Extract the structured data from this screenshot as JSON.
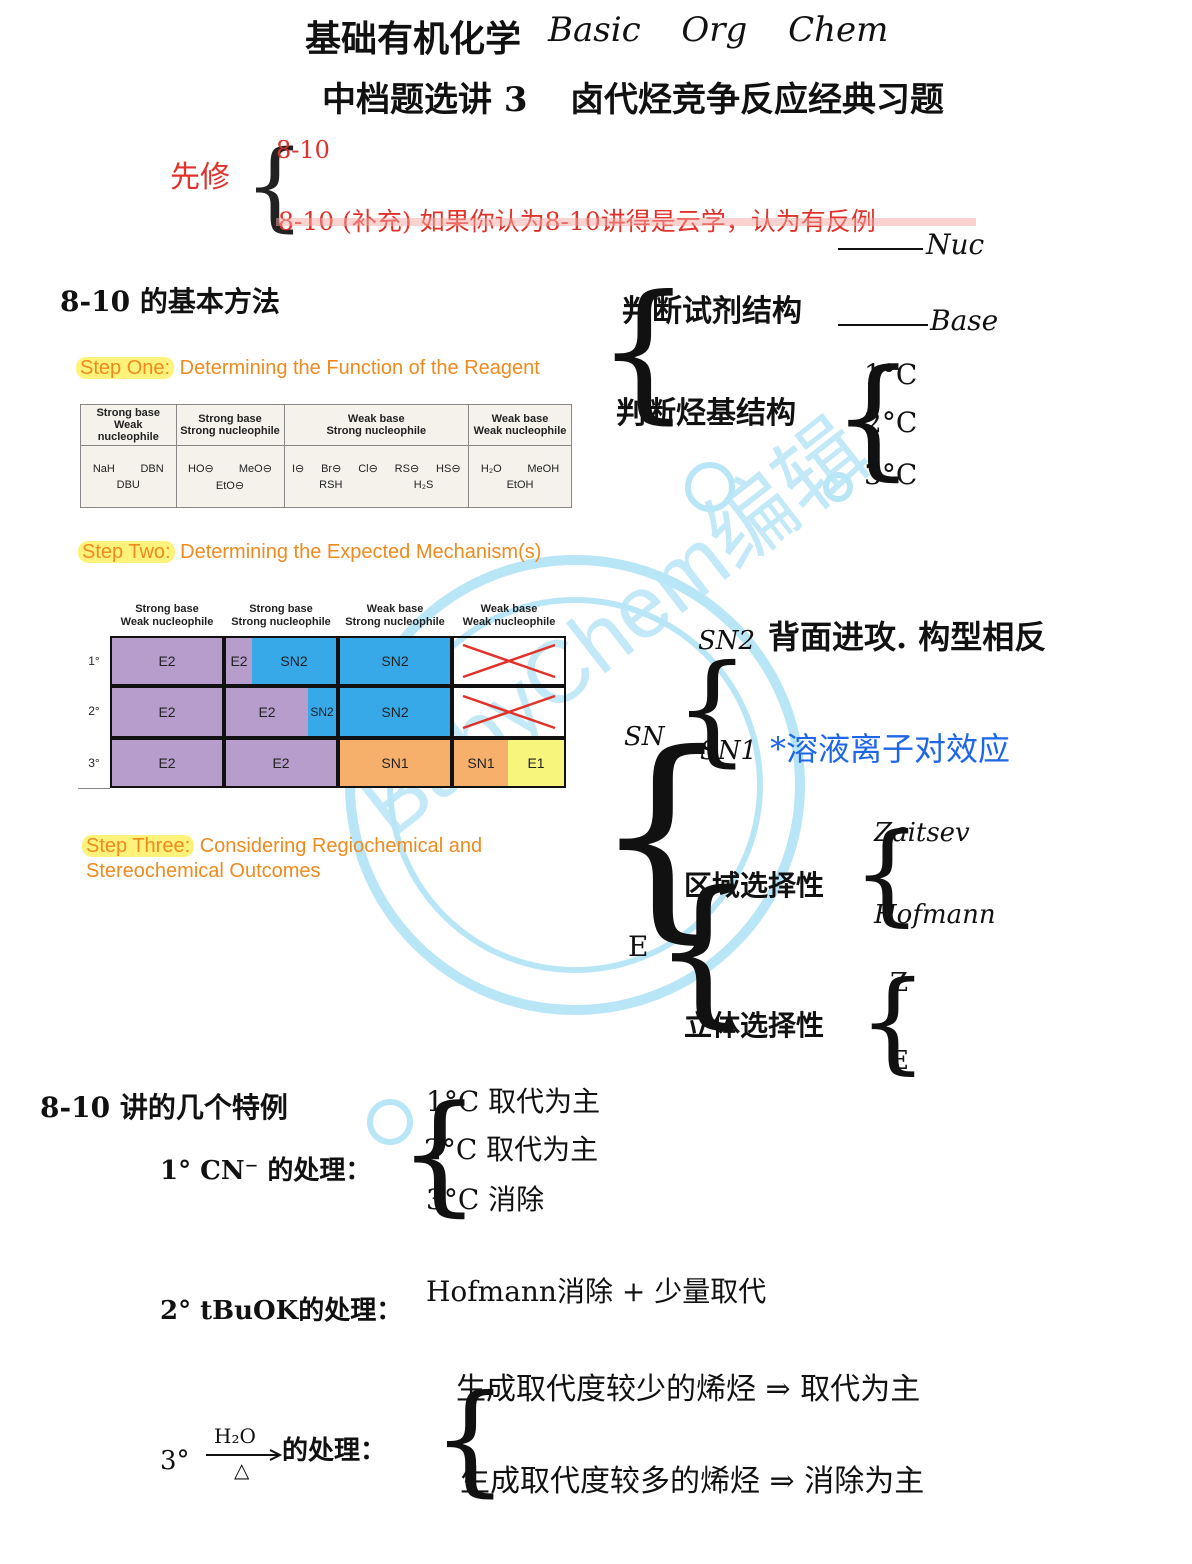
{
  "title": {
    "line1_cn": "基础有机化学",
    "line1_en": "Basic Org Chem",
    "line2_cn": "中档题选讲 3",
    "line2_topic": "卤代烃竞争反应经典习题"
  },
  "prereq": {
    "label": "先修",
    "item1": "8-10",
    "item2": "8-10 (补充) 如果你认为8-10讲得是云学，认为有反例"
  },
  "method": {
    "heading": "8-10 的基本方法",
    "judge_reagent": "判断试剂结构",
    "nuc": "Nuc",
    "base": "Base",
    "judge_alkyl": "判断烃基结构",
    "deg1": "1°C",
    "deg2": "2°C",
    "deg3": "3°C"
  },
  "step_one": {
    "prefix": "Step One:",
    "rest": " Determining the Function of the Reagent",
    "table": {
      "headers": [
        [
          "Strong base",
          "Weak nucleophile"
        ],
        [
          "Strong base",
          "Strong nucleophile"
        ],
        [
          "Weak base",
          "Strong nucleophile"
        ],
        [
          "Weak base",
          "Weak nucleophile"
        ]
      ],
      "col1": [
        "NaH",
        "DBN",
        "DBU"
      ],
      "col2": [
        "HO⊖",
        "MeO⊖",
        "EtO⊖"
      ],
      "col3": [
        "I⊖",
        "Br⊖",
        "Cl⊖",
        "RS⊖",
        "HS⊖",
        "RSH",
        "H₂S"
      ],
      "col4": [
        "H₂O",
        "MeOH",
        "EtOH"
      ]
    }
  },
  "step_two": {
    "prefix": "Step Two:",
    "rest": " Determining the Expected Mechanism(s)",
    "headers": [
      [
        "Strong base",
        "Weak nucleophile"
      ],
      [
        "Strong base",
        "Strong nucleophile"
      ],
      [
        "Weak base",
        "Strong nucleophile"
      ],
      [
        "Weak base",
        "Weak nucleophile"
      ]
    ],
    "rows": [
      "1°",
      "2°",
      "3°"
    ],
    "cells": {
      "r1c1": "E2",
      "r1c2a": "E2",
      "r1c2b": "SN2",
      "r1c3": "SN2",
      "r2c1": "E2",
      "r2c2a": "E2",
      "r2c2b": "SN2",
      "r2c3": "SN2",
      "r3c1": "E2",
      "r3c2": "E2",
      "r3c3": "SN1",
      "r3c4a": "SN1",
      "r3c4b": "E1"
    },
    "colors": {
      "purple": "#b79dcc",
      "cyan": "#37a9e8",
      "peach": "#f7b06c",
      "yellow": "#f7f57c"
    }
  },
  "step_three": {
    "prefix": "Step Three:",
    "rest": " Considering Regiochemical and",
    "line2": "Stereochemical Outcomes"
  },
  "mechanisms": {
    "sn": "SN",
    "sn2": "SN2",
    "sn2_note": "背面进攻. 构型相反",
    "sn1": "SN1",
    "sn1_note": "*溶液离子对效应",
    "e": "E",
    "regio": "区域选择性",
    "zaitsev": "Zaitsev",
    "hofmann": "Hofmann",
    "stereo": "立体选择性",
    "z": "Z",
    "e_iso": "E"
  },
  "examples": {
    "heading": "8-10 讲的几个特例",
    "ex1_label": "1° CN⁻ 的处理：",
    "ex1_r1": "1°C  取代为主",
    "ex1_r2": "2°C  取代为主",
    "ex1_r3": "3°C  消除",
    "ex2_label": "2° tBuOK的处理：",
    "ex2_result": "Hofmann消除 + 少量取代",
    "ex3_label": "3°",
    "ex3_reagent": "H₂O",
    "ex3_cond": "△",
    "ex3_suffix": "的处理：",
    "ex3_r1": "生成取代度较少的烯烃 ⇒ 取代为主",
    "ex3_r2": "生成取代度较多的烯烃 ⇒ 消除为主"
  },
  "watermark": "BabyChem编辑"
}
